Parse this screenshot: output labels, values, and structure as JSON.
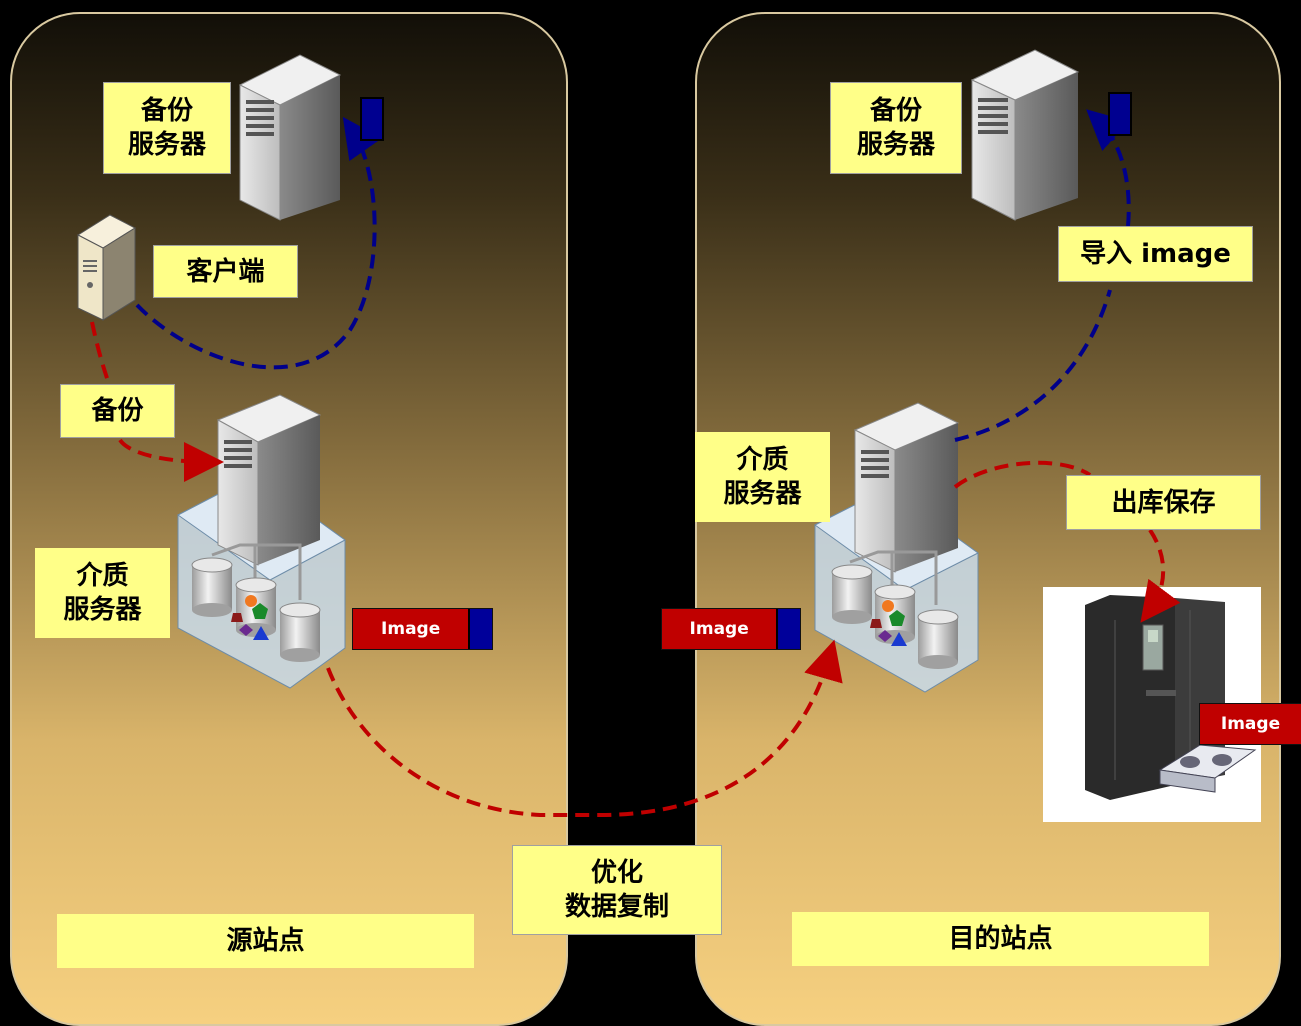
{
  "left_site": {
    "backup_server": "备份\n服务器",
    "client": "客户端",
    "backup": "备份",
    "media_server": "介质\n服务器",
    "image": "Image",
    "footer": "源站点"
  },
  "right_site": {
    "backup_server": "备份\n服务器",
    "import": "导入 image",
    "media_server": "介质\n服务器",
    "vault": "出库保存",
    "image": "Image",
    "library_image": "Image",
    "footer": "目的站点"
  },
  "center": {
    "replication": "优化\n数据复制"
  },
  "colors": {
    "label_bg": "#ffff88",
    "backup_arrow": "#c00000",
    "catalog_arrow": "#00008b",
    "image_red": "#c00000",
    "image_blue": "#00009a"
  }
}
